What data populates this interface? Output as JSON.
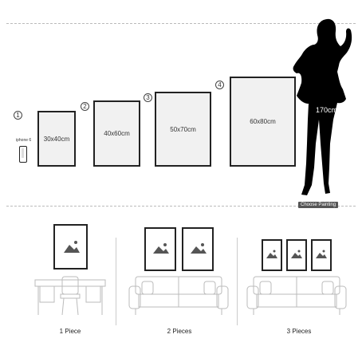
{
  "sizes": [
    {
      "num": "1",
      "label": "30x40cm"
    },
    {
      "num": "2",
      "label": "40x60cm"
    },
    {
      "num": "3",
      "label": "50x70cm"
    },
    {
      "num": "4",
      "label": "60x80cm"
    }
  ],
  "phone_label": "iphone 6",
  "height_label": "170cm",
  "choose_button": "Choose Painting",
  "pieces": [
    {
      "label": "1 Piece"
    },
    {
      "label": "2 Pieces"
    },
    {
      "label": "3 Pieces"
    }
  ]
}
